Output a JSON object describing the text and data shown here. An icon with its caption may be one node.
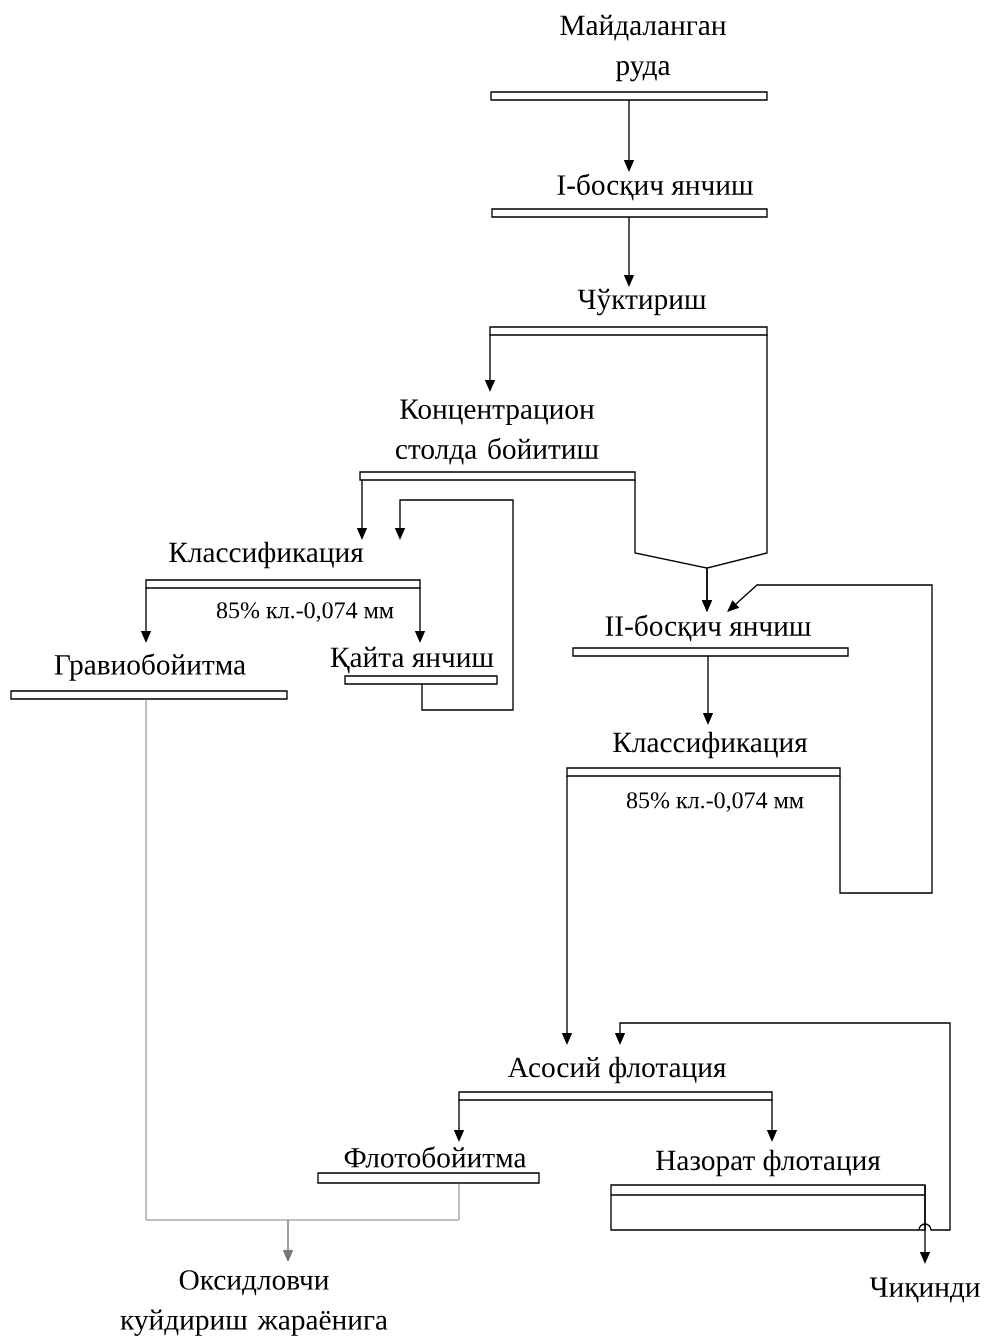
{
  "diagram": {
    "nodes": [
      {
        "text": [
          "Майдаланган руда"
        ]
      },
      {
        "text": [
          "I-босқич янчиш"
        ]
      },
      {
        "text": [
          "Чўктириш"
        ]
      },
      {
        "text": [
          "Концентрацион столда бойитиш"
        ]
      },
      {
        "text": [
          "Классификация"
        ]
      },
      {
        "text": [
          "Гравиобойитма"
        ]
      },
      {
        "text": [
          "Қайта янчиш"
        ]
      },
      {
        "text": [
          "II-босқич янчиш"
        ]
      },
      {
        "text": [
          "Классификация"
        ]
      },
      {
        "text": [
          "Асосий флотация"
        ]
      },
      {
        "text": [
          "Флотобойитма"
        ]
      },
      {
        "text": [
          "Назорат флотация"
        ]
      },
      {
        "text": [
          "Оксидловчи куйдириш жараёнига"
        ]
      },
      {
        "text": [
          "Чиқинди"
        ]
      }
    ],
    "edges": [
      {
        "from": 0,
        "to": 1,
        "arrow": "to"
      },
      {
        "from": 1,
        "to": 2,
        "arrow": "to"
      },
      {
        "from": 2,
        "to": 3,
        "arrow": "to"
      },
      {
        "from": 2,
        "to": 7,
        "arrow": "to"
      },
      {
        "from": 3,
        "to": 4,
        "arrow": "to"
      },
      {
        "from": 3,
        "to": 7,
        "arrow": "to"
      },
      {
        "from": 4,
        "to": 5,
        "arrow": "to"
      },
      {
        "from": 4,
        "to": 6,
        "arrow": "to"
      },
      {
        "from": 6,
        "to": 4,
        "arrow": "to"
      },
      {
        "from": 7,
        "to": 8,
        "arrow": "to"
      },
      {
        "from": 8,
        "to": 7,
        "arrow": "to"
      },
      {
        "from": 8,
        "to": 9,
        "arrow": "to"
      },
      {
        "from": 9,
        "to": 10,
        "arrow": "to"
      },
      {
        "from": 9,
        "to": 11,
        "arrow": "to"
      },
      {
        "from": 11,
        "to": 13,
        "arrow": "to"
      },
      {
        "from": 11,
        "to": 9,
        "arrow": "to"
      },
      {
        "from": 5,
        "to": 12,
        "arrow": "to",
        "color": "#777777"
      },
      {
        "from": 10,
        "to": 12,
        "arrow": "to",
        "color": "#777777"
      }
    ],
    "labels": [
      "85% кл.-0,074 мм",
      "85% кл.-0,074 мм"
    ]
  }
}
